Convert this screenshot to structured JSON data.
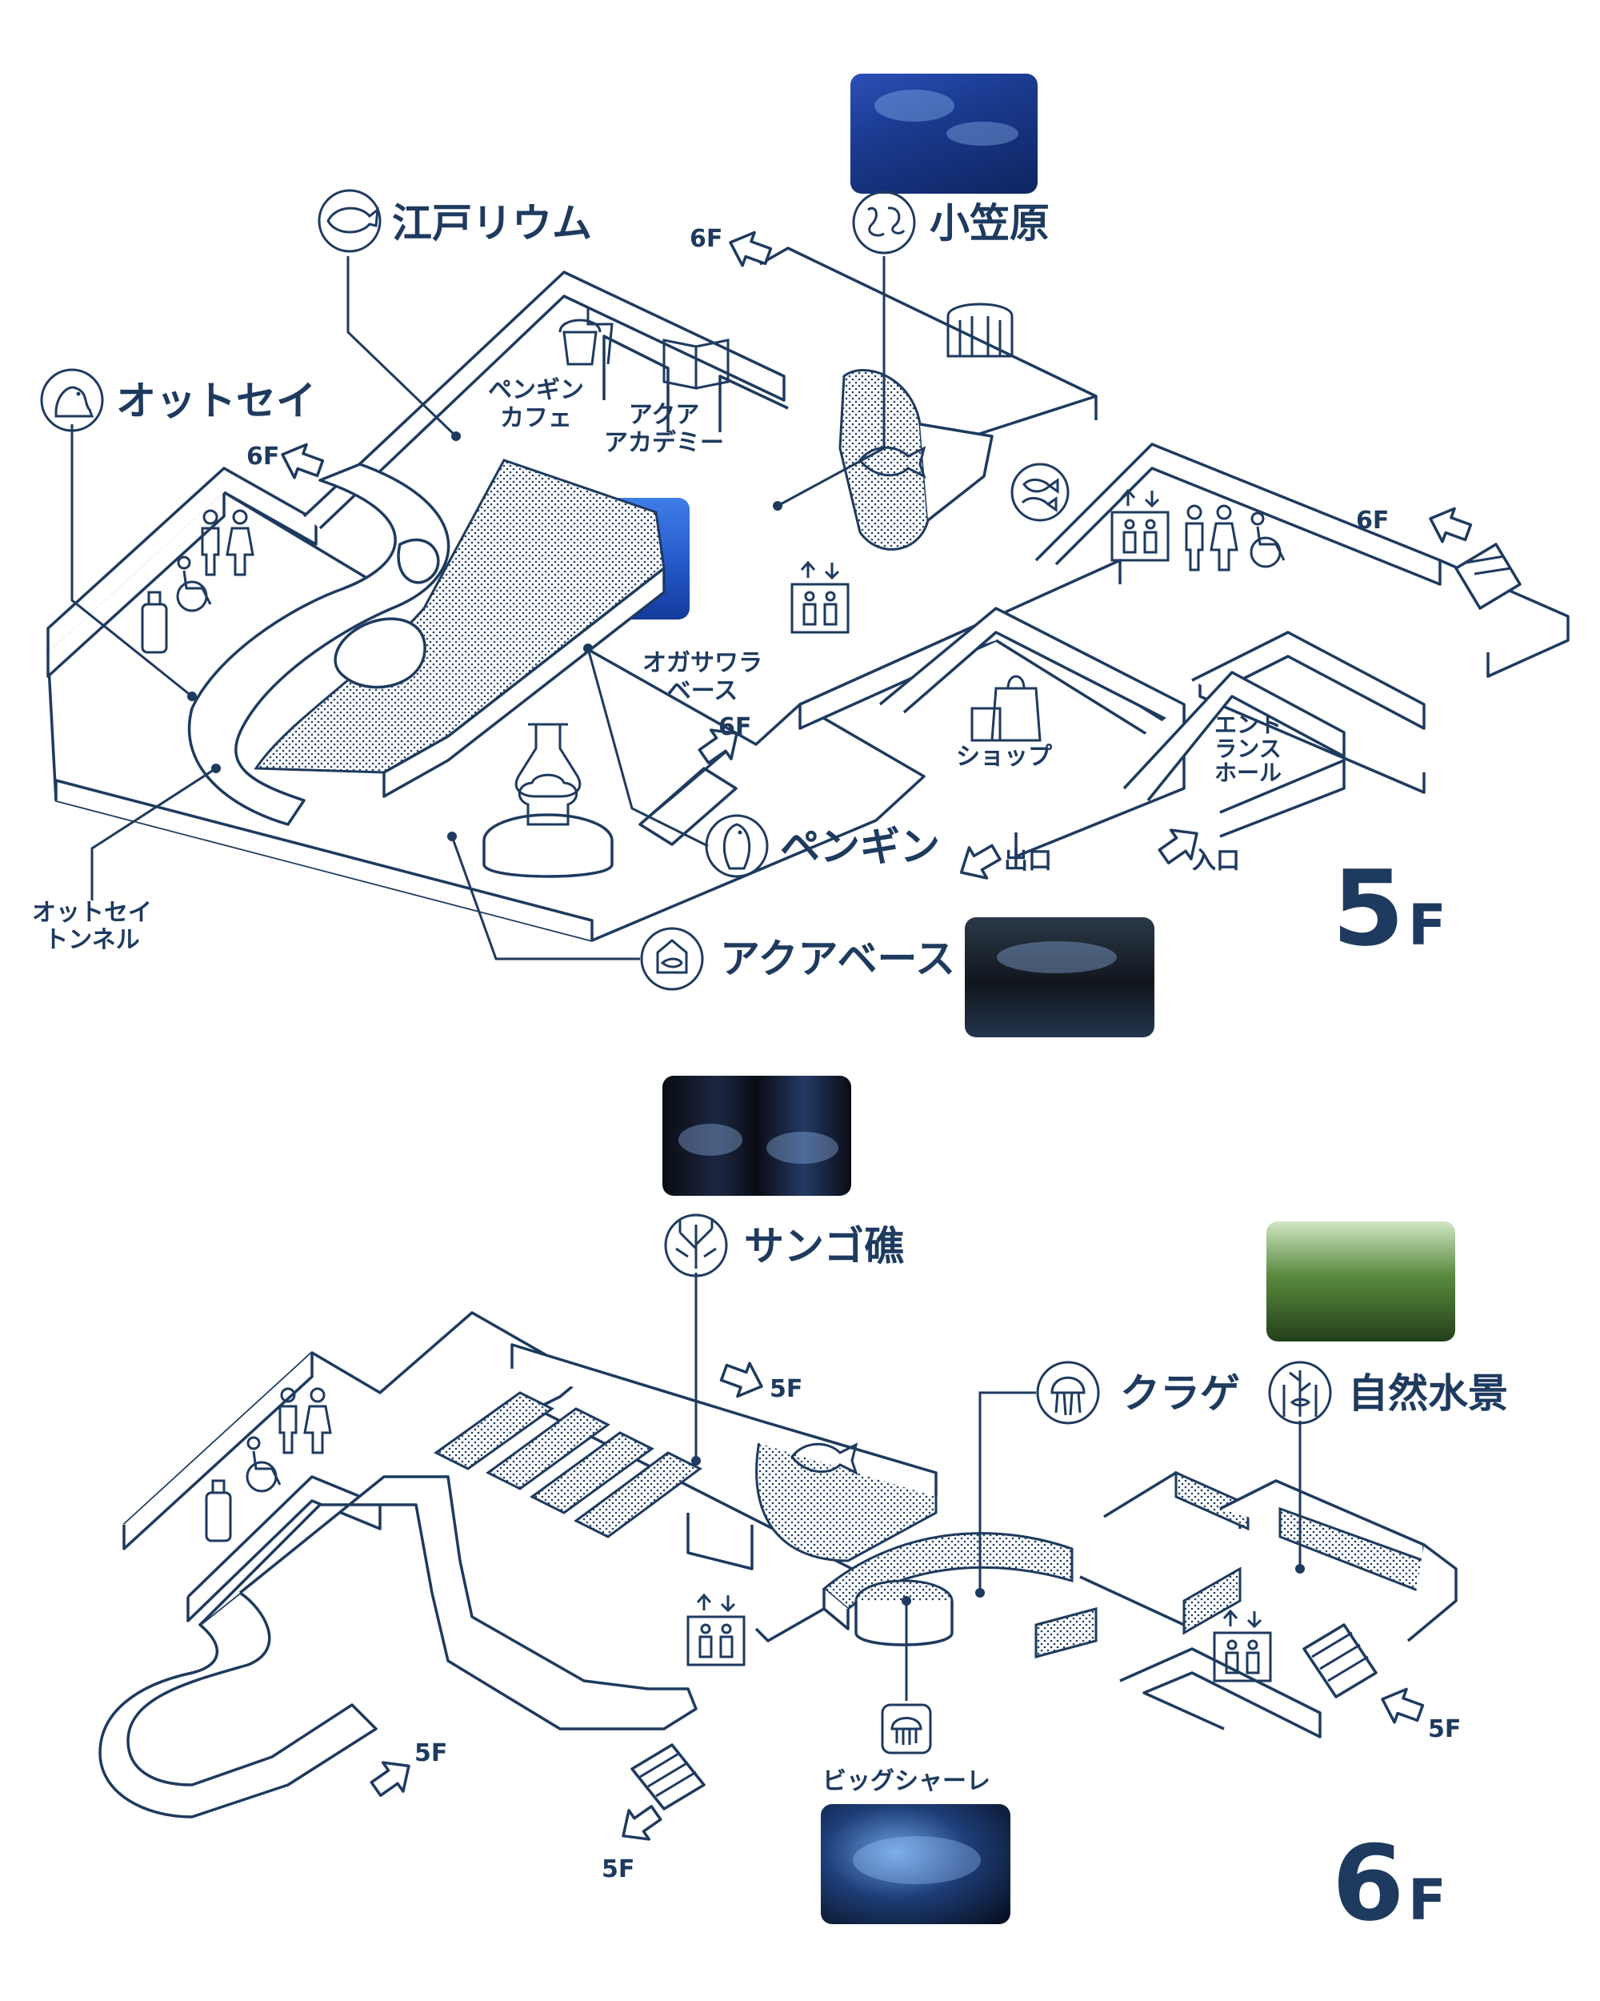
{
  "floor_5": {
    "badge": "5",
    "badge_suffix": "F",
    "areas": {
      "edoriumu": "江戸リウム",
      "ogasawara": "小笠原",
      "ottosei": "オットセイ",
      "penguin": "ペンギン",
      "aquabase": "アクアベース"
    },
    "facilities": {
      "penguin_cafe_1": "ペンギン",
      "penguin_cafe_2": "カフェ",
      "aqua_academy_1": "アクア",
      "aqua_academy_2": "アカデミー",
      "ogasawara_base_1": "オガサワラ",
      "ogasawara_base_2": "ベース",
      "shop": "ショップ",
      "entrance_hall_1": "エント",
      "entrance_hall_2": "ランス",
      "entrance_hall_3": "ホール",
      "exit": "出口",
      "entrance": "入口",
      "ottosei_tunnel_1": "オットセイ",
      "ottosei_tunnel_2": "トンネル"
    },
    "arrows": {
      "a1": "6F",
      "a2": "6F",
      "a3": "6F",
      "a4": "6F"
    }
  },
  "floor_6": {
    "badge": "6",
    "badge_suffix": "F",
    "areas": {
      "sango": "サンゴ礁",
      "kurage": "クラゲ",
      "shizen": "自然水景",
      "big_dish": "ビッグシャーレ"
    },
    "arrows": {
      "b1": "5F",
      "b2": "5F",
      "b3": "5F",
      "b4": "5F"
    }
  },
  "icons": [
    "fish-icon",
    "coral-island-icon",
    "seal-icon",
    "penguin-icon",
    "aquabase-icon",
    "coral-icon",
    "jellyfish-icon",
    "aquatic-plant-icon",
    "restroom-icon",
    "wheelchair-icon",
    "baby-bottle-icon",
    "elevator-icon",
    "cafe-icon",
    "book-icon",
    "shop-bag-icon",
    "gate-icon",
    "two-fish-icon"
  ],
  "colors": {
    "ink": "#1e3a5f",
    "background": "#ffffff"
  }
}
